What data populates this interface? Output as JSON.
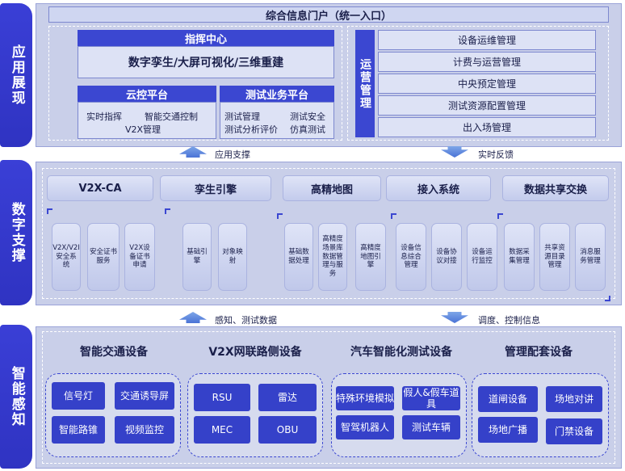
{
  "side_labels": {
    "app": "应用展现",
    "digital": "数字支撑",
    "sense": "智能感知"
  },
  "app_layer": {
    "portal": "综合信息门户（统一入口）",
    "command": {
      "title": "指挥中心",
      "body": "数字孪生/大屏可视化/三维重建"
    },
    "cloud": {
      "title": "云控平台",
      "items": [
        "实时指挥",
        "智能交通控制",
        "V2X管理"
      ]
    },
    "test": {
      "title": "测试业务平台",
      "items": [
        "测试管理",
        "测试安全",
        "测试分析评价",
        "仿真测试"
      ]
    },
    "ops": {
      "title": "运营管理",
      "items": [
        "设备运维管理",
        "计费与运营管理",
        "中央预定管理",
        "测试资源配置管理",
        "出入场管理"
      ]
    }
  },
  "connector1": {
    "up": "应用支撑",
    "down": "实时反馈"
  },
  "digital_layer": {
    "modules": [
      "V2X-CA",
      "孪生引擎",
      "高精地图",
      "接入系统",
      "数据共享交换"
    ],
    "v2x_ca": [
      "V2X/V2I安全系统",
      "安全证书服务",
      "V2X设备证书申请"
    ],
    "twin": [
      "基础引擎",
      "对象映射"
    ],
    "hdmap": [
      "基础数据处理",
      "高精度场景库数据管理与服务",
      "高精度地图引擎"
    ],
    "access": [
      "设备信息综合管理",
      "设备协议对接",
      "设备运行监控"
    ],
    "share": [
      "数据采集管理",
      "共享资源目录管理",
      "消息服务管理"
    ]
  },
  "connector2": {
    "up": "感知、测试数据",
    "down": "调度、控制信息"
  },
  "sense_layer": {
    "groups": [
      {
        "title": "智能交通设备",
        "items": [
          "信号灯",
          "交通诱导屏",
          "智能路锥",
          "视频监控"
        ]
      },
      {
        "title": "V2X网联路侧设备",
        "items": [
          "RSU",
          "雷达",
          "MEC",
          "OBU"
        ]
      },
      {
        "title": "汽车智能化测试设备",
        "items": [
          "特殊环境模拟",
          "假人&假车道具",
          "智驾机器人",
          "测试车辆"
        ]
      },
      {
        "title": "管理配套设备",
        "items": [
          "道闸设备",
          "场地对讲",
          "场地广播",
          "门禁设备"
        ]
      }
    ]
  }
}
